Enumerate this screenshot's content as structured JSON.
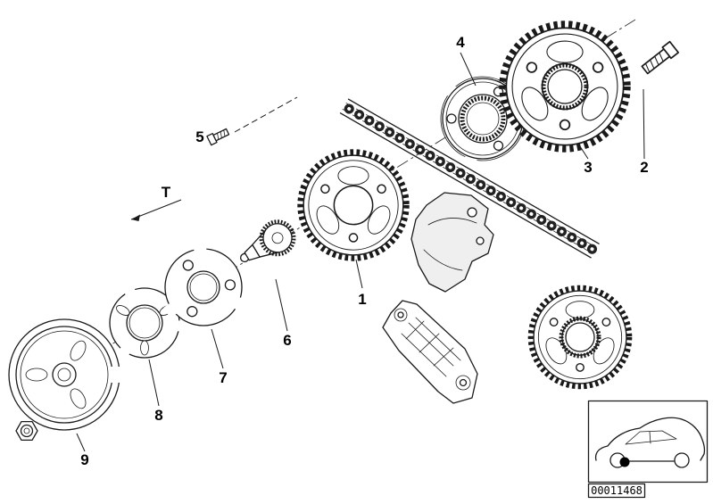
{
  "diagram": {
    "type": "exploded-parts-diagram",
    "labels": {
      "p1": "1",
      "p2": "2",
      "p3": "3",
      "p4": "4",
      "p5": "5",
      "p6": "6",
      "p7": "7",
      "p8": "8",
      "p9": "9",
      "t": "T"
    },
    "footer": {
      "part_number": "00011468"
    },
    "icons": {
      "thumbnail": "car-silhouette-icon"
    },
    "colors": {
      "line": "#1a1a1a",
      "background": "#ffffff"
    }
  }
}
